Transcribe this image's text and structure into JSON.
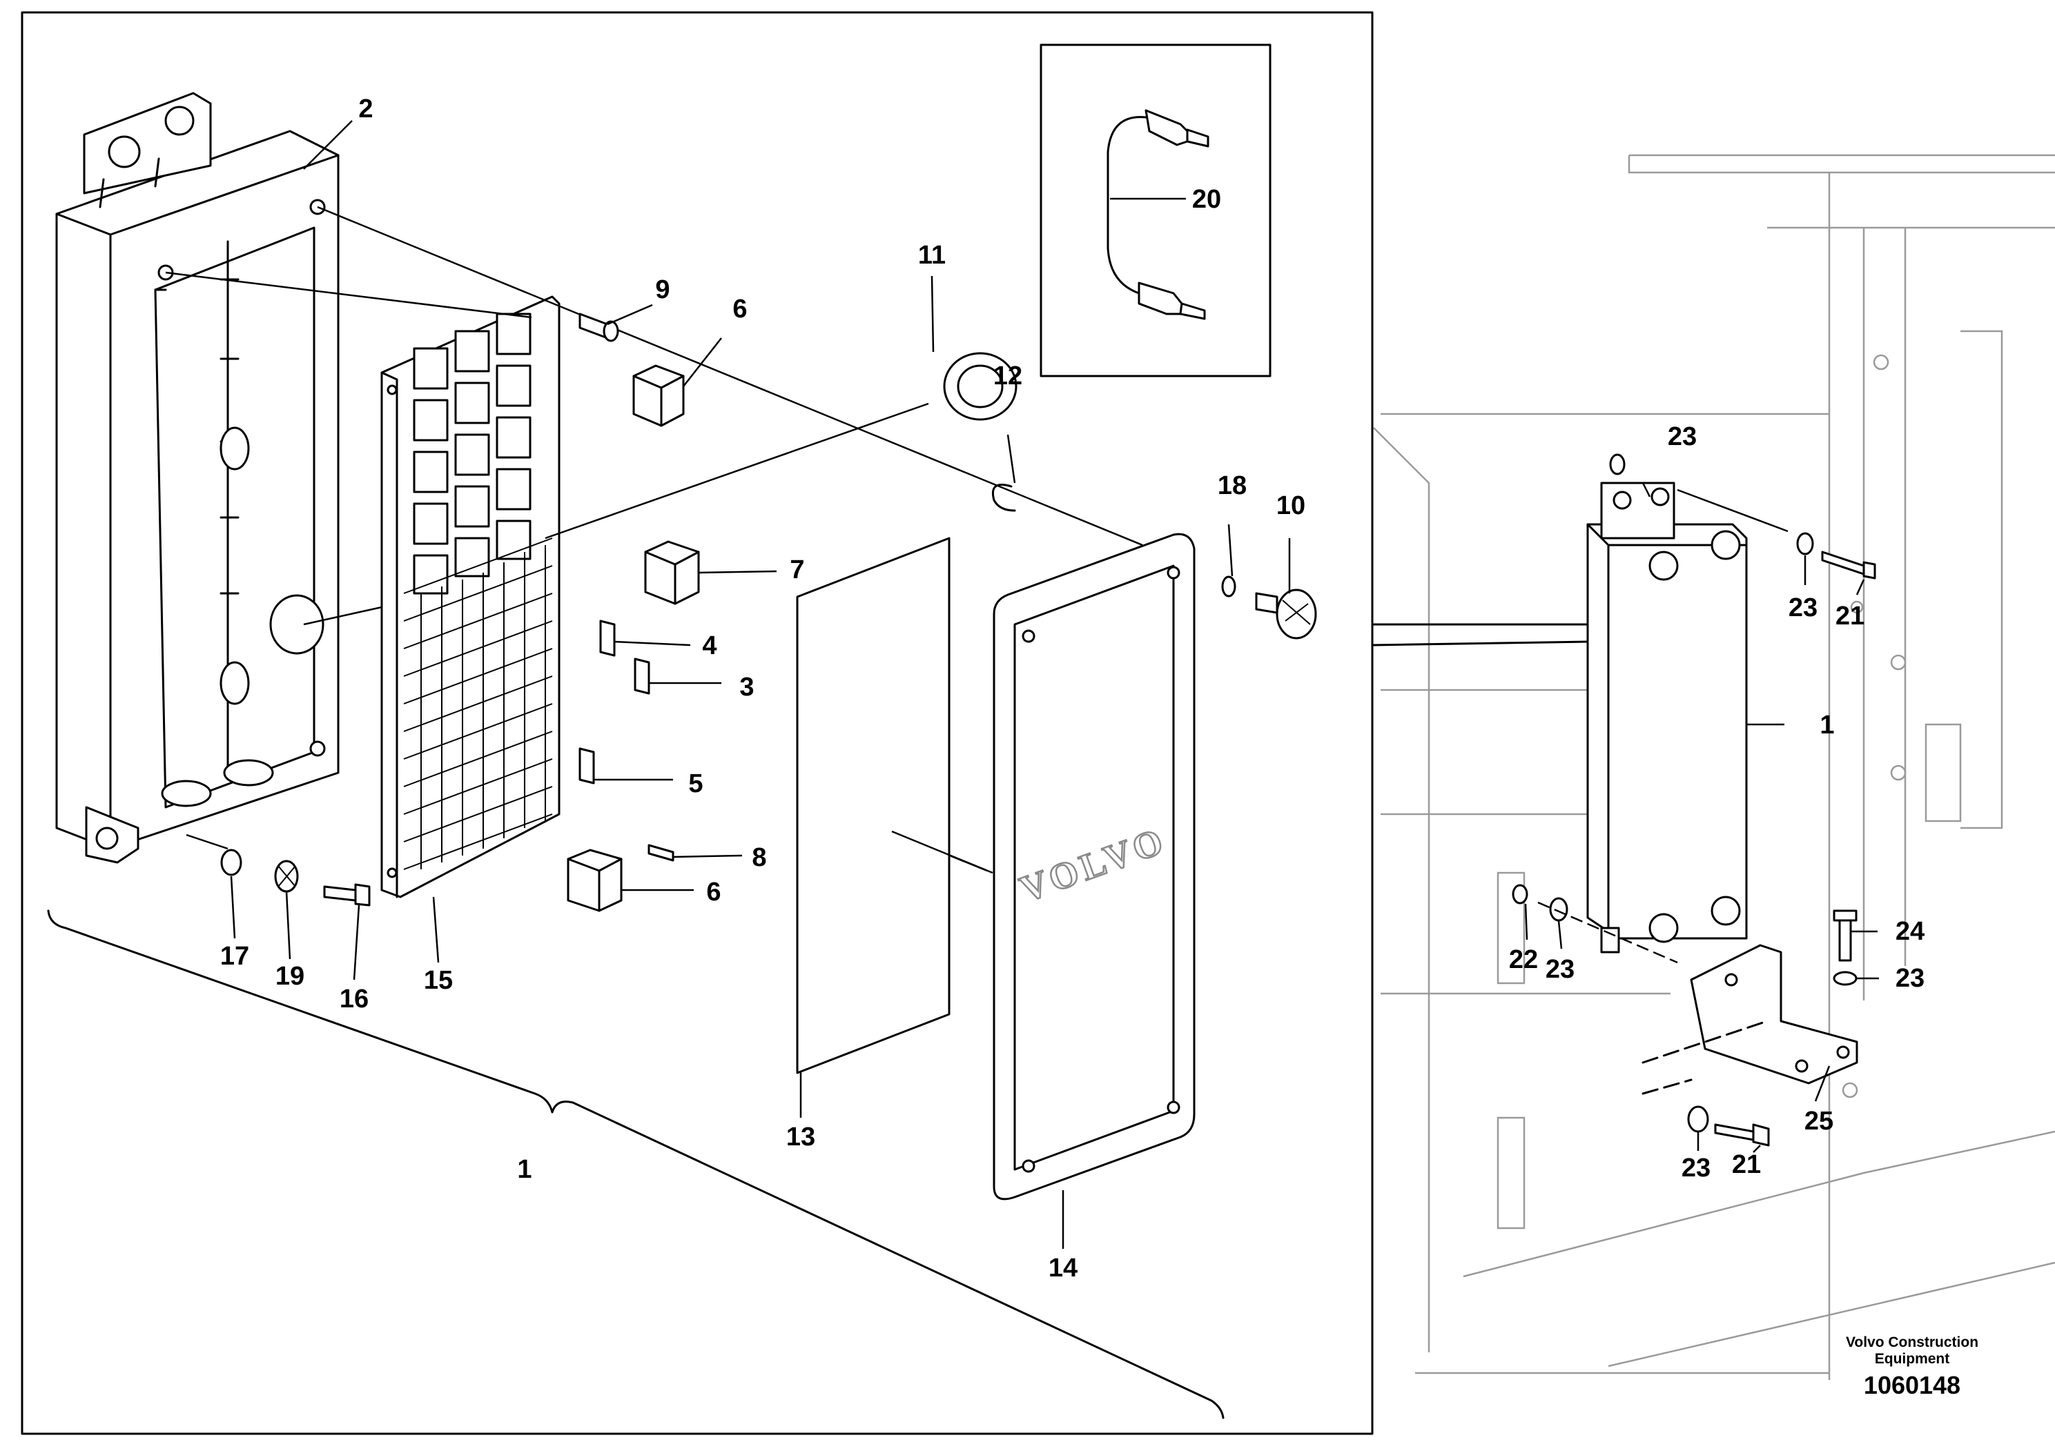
{
  "diagram": {
    "callouts": {
      "c1a": "1",
      "c1b": "1",
      "c2": "2",
      "c3": "3",
      "c4": "4",
      "c5": "5",
      "c6a": "6",
      "c6b": "6",
      "c7": "7",
      "c8": "8",
      "c9": "9",
      "c10": "10",
      "c11": "11",
      "c12": "12",
      "c13": "13",
      "c14": "14",
      "c15": "15",
      "c16": "16",
      "c17": "17",
      "c18": "18",
      "c19": "19",
      "c20": "20",
      "c21a": "21",
      "c21b": "21",
      "c22": "22",
      "c23a": "23",
      "c23b": "23",
      "c23c": "23",
      "c23d": "23",
      "c23e": "23",
      "c24": "24",
      "c25": "25"
    },
    "cover_brand": "VOLVO",
    "maker_line1": "Volvo Construction",
    "maker_line2": "Equipment",
    "document_number": "1060148"
  }
}
